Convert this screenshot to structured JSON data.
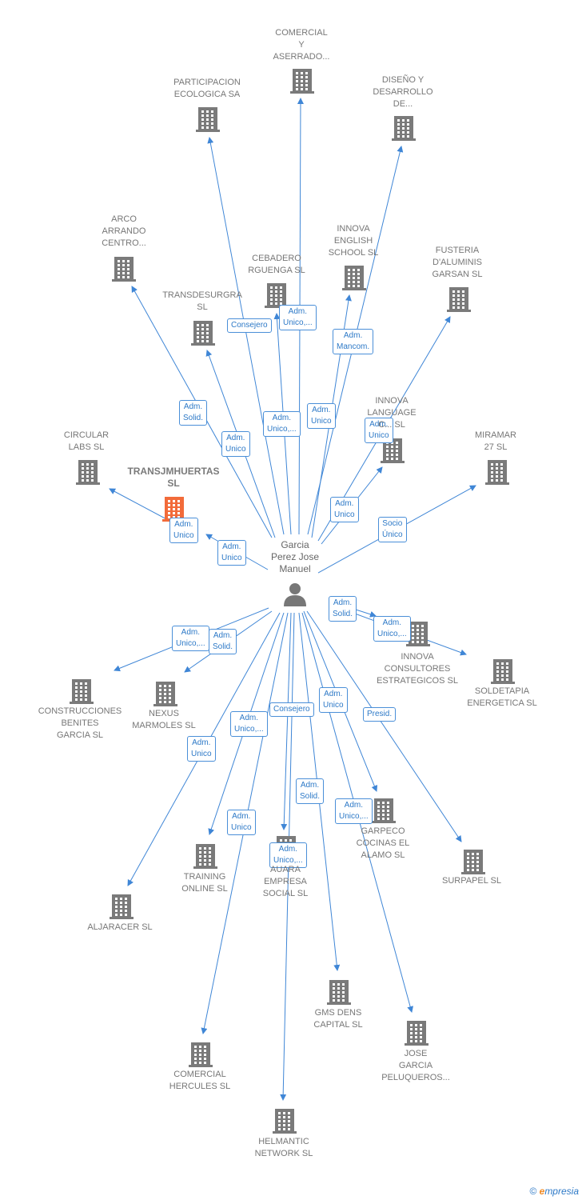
{
  "colors": {
    "edge": "#3f86d6",
    "building": "#7a7a7a",
    "focus": "#f26b3a",
    "person": "#777777"
  },
  "center": {
    "name": "Garcia\nPerez Jose\nManuel",
    "icon": "person-icon"
  },
  "nodes": [
    {
      "id": "comercial-y-aserrado",
      "label": "COMERCIAL\nY\nASERRADO..."
    },
    {
      "id": "participacion-ecologica",
      "label": "PARTICIPACION\nECOLOGICA SA"
    },
    {
      "id": "diseno-y-desarrollo",
      "label": "DISEÑO Y\nDESARROLLO\nDE..."
    },
    {
      "id": "arco-arrando",
      "label": "ARCO\nARRANDO\nCENTRO..."
    },
    {
      "id": "innova-english",
      "label": "INNOVA\nENGLISH\nSCHOOL  SL"
    },
    {
      "id": "cebadero-rguenga",
      "label": "CEBADERO\nRGUENGA  SL"
    },
    {
      "id": "fusteria-daluminis",
      "label": "FUSTERIA\nD'ALUMINIS\nGARSAN SL"
    },
    {
      "id": "transdesurgra",
      "label": "TRANSDESURGRA\nSL"
    },
    {
      "id": "innova-language",
      "label": "INNOVA\nLANGUAGE\nC...  SL"
    },
    {
      "id": "circular-labs",
      "label": "CIRCULAR\nLABS  SL"
    },
    {
      "id": "transjmhuertas",
      "label": "TRANSJMHUERTAS\nSL",
      "focus": true
    },
    {
      "id": "miramar-27",
      "label": "MIRAMAR\n27  SL"
    },
    {
      "id": "innova-consultores",
      "label": "INNOVA\nCONSULTORES\nESTRATEGICOS SL"
    },
    {
      "id": "soldetapia",
      "label": "SOLDETAPIA\nENERGETICA SL"
    },
    {
      "id": "construcciones-benites",
      "label": "CONSTRUCCIONES\nBENITES\nGARCIA  SL"
    },
    {
      "id": "nexus-marmoles",
      "label": "NEXUS\nMARMOLES  SL"
    },
    {
      "id": "garpeco-cocinas",
      "label": "GARPECO\nCOCINAS EL\nALAMO SL"
    },
    {
      "id": "surpapel",
      "label": "SURPAPEL SL"
    },
    {
      "id": "training-online",
      "label": "TRAINING\nONLINE  SL"
    },
    {
      "id": "auara-empresa",
      "label": "AUARA\nEMPRESA\nSOCIAL  SL"
    },
    {
      "id": "aljaracer",
      "label": "ALJARACER SL"
    },
    {
      "id": "gms-dens",
      "label": "GMS DENS\nCAPITAL  SL"
    },
    {
      "id": "jose-garcia-peluqueros",
      "label": "JOSE\nGARCIA\nPELUQUEROS..."
    },
    {
      "id": "comercial-hercules",
      "label": "COMERCIAL\nHERCULES SL"
    },
    {
      "id": "helmantic-network",
      "label": "HELMANTIC\nNETWORK  SL"
    }
  ],
  "edges": [
    {
      "to": "comercial-y-aserrado",
      "role": "Adm.\nUnico,..."
    },
    {
      "to": "participacion-ecologica",
      "role": "Adm.\nUnico,..."
    },
    {
      "to": "diseno-y-desarrollo",
      "role": "Adm.\nUnico"
    },
    {
      "to": "arco-arrando",
      "role": "Adm.\nSolid."
    },
    {
      "to": "innova-english",
      "role": "Adm.\nMancom."
    },
    {
      "to": "cebadero-rguenga",
      "role": "Consejero"
    },
    {
      "to": "fusteria-daluminis",
      "role": "Adm.\nUnico"
    },
    {
      "to": "transdesurgra",
      "role": "Adm.\nUnico"
    },
    {
      "to": "innova-language",
      "role": "Adm.\nUnico"
    },
    {
      "to": "circular-labs",
      "role": "Adm.\nUnico"
    },
    {
      "to": "transjmhuertas",
      "role": "Adm.\nUnico"
    },
    {
      "to": "miramar-27",
      "role": "Socio\nÚnico"
    },
    {
      "to": "innova-consultores",
      "role": "Adm.\nSolid."
    },
    {
      "to": "soldetapia",
      "role": "Adm.\nUnico,..."
    },
    {
      "to": "construcciones-benites",
      "role": "Adm.\nUnico,..."
    },
    {
      "to": "nexus-marmoles",
      "role": "Adm.\nSolid."
    },
    {
      "to": "garpeco-cocinas",
      "role": "Adm.\nUnico"
    },
    {
      "to": "surpapel",
      "role": "Presid."
    },
    {
      "to": "training-online",
      "role": "Adm.\nUnico,..."
    },
    {
      "to": "auara-empresa",
      "role": "Consejero"
    },
    {
      "to": "aljaracer",
      "role": "Adm.\nUnico"
    },
    {
      "to": "gms-dens",
      "role": "Adm.\nSolid."
    },
    {
      "to": "jose-garcia-peluqueros",
      "role": "Adm.\nUnico,..."
    },
    {
      "to": "comercial-hercules",
      "role": "Adm.\nUnico"
    },
    {
      "to": "helmantic-network",
      "role": "Adm.\nUnico,..."
    }
  ],
  "footer": {
    "copyright": "©",
    "brand_e": "e",
    "brand_rest": "mpresia"
  }
}
